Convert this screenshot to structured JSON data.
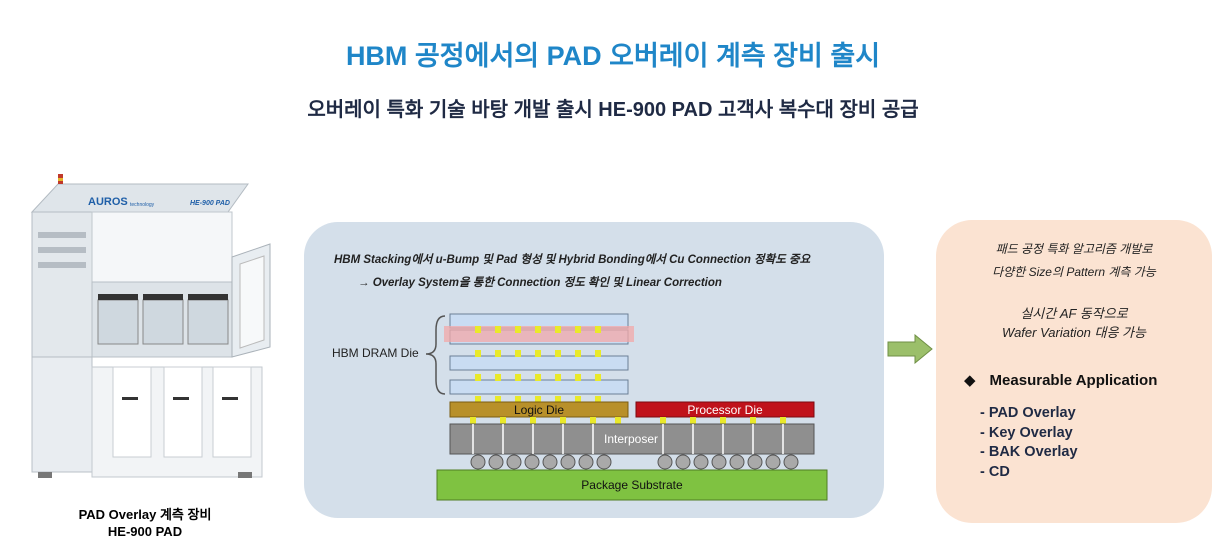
{
  "header": {
    "title": "HBM 공정에서의 PAD 오버레이 계측 장비 출시",
    "subtitle": "오버레이 특화 기술 바탕 개발 출시 HE-900 PAD 고객사 복수대 장비 공급"
  },
  "machine": {
    "brand": "AUROS",
    "brand_tag": "technology",
    "model_label": "HE-900 PAD",
    "caption_line1": "PAD Overlay 계측 장비",
    "caption_line2": "HE-900 PAD"
  },
  "process_box": {
    "line1": "HBM Stacking에서 u-Bump 및 Pad 형성 및 Hybrid Bonding에서 Cu Connection 정확도 중요",
    "line2": "→ Overlay System을 통한 Connection 정도 확인 및 Linear Correction",
    "diagram": {
      "hbm_label": "HBM DRAM Die",
      "logic_die": "Logic Die",
      "processor_die": "Processor Die",
      "interposer": "Interposer",
      "substrate": "Package Substrate"
    }
  },
  "colors": {
    "title": "#1f86c8",
    "subtitle": "#1f2a44",
    "mid_bg": "#d4dfea",
    "right_bg": "#fbe3d2",
    "arrow": "#9bbf6a",
    "logic_die": "#b8902a",
    "processor_die": "#c0121b",
    "interposer": "#8f8f8f",
    "substrate": "#7fc241",
    "dram": "#c9dcf2",
    "bump": "#e9e92a"
  },
  "features": {
    "f1_line1": "패드 공정 특화 알고리즘 개발로",
    "f1_line2": "다양한 Size의 Pattern 계측 가능",
    "f2_line1": "실시간 AF 동작으로",
    "f2_line2": "Wafer Variation 대응 가능",
    "bullet_title": "Measurable Application",
    "apps": [
      "- PAD Overlay",
      "- Key Overlay",
      "- BAK Overlay",
      "- CD"
    ]
  }
}
